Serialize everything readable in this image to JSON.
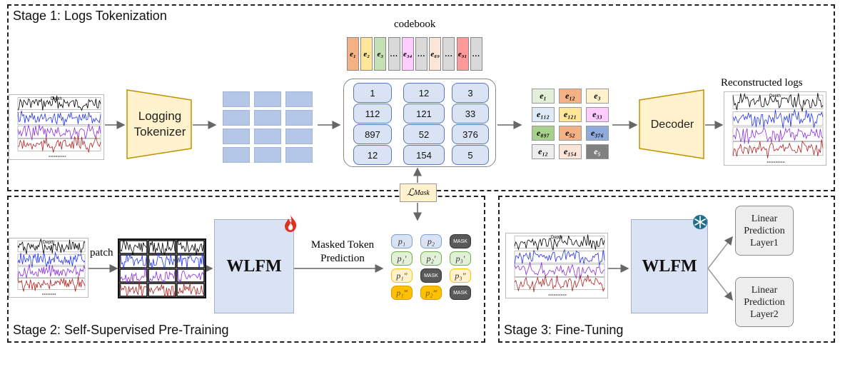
{
  "stages": {
    "stage1": "Stage 1: Logs Tokenization",
    "stage2": "Stage 2: Self-Supervised Pre-Training",
    "stage3": "Stage 3: Fine-Tuning"
  },
  "codebook": {
    "title": "codebook",
    "entries": [
      {
        "label": "e₁",
        "color": "#f4b183"
      },
      {
        "label": "e₂",
        "color": "#ffe699"
      },
      {
        "label": "e₃",
        "color": "#c5e0b4"
      },
      {
        "label": "…",
        "color": "#d9d9d9"
      },
      {
        "label": "e₃₄",
        "color": "#ffccff"
      },
      {
        "label": "…",
        "color": "#d9d9d9"
      },
      {
        "label": "e₈₉",
        "color": "#fbe5d6"
      },
      {
        "label": "…",
        "color": "#d9d9d9"
      },
      {
        "label": "e₉₁",
        "color": "#ff9999"
      },
      {
        "label": "…",
        "color": "#d9d9d9"
      }
    ]
  },
  "tokenizer_label": "Logging Tokenizer",
  "decoder_label": "Decoder",
  "reconstructed_label": "Reconstructed logs",
  "plot_title": "Depth",
  "indices": [
    [
      "1",
      "12",
      "3"
    ],
    [
      "112",
      "121",
      "33"
    ],
    [
      "897",
      "52",
      "376"
    ],
    [
      "12",
      "154",
      "5"
    ]
  ],
  "tokens": [
    [
      {
        "t": "e₁",
        "c": "#e2f0d9"
      },
      {
        "t": "e₁₂",
        "c": "#f4b183"
      },
      {
        "t": "e₃",
        "c": "#fff2cc"
      }
    ],
    [
      {
        "t": "e₁₁₂",
        "c": "#deebf7"
      },
      {
        "t": "e₁₂₁",
        "c": "#ffe699"
      },
      {
        "t": "e₃₃",
        "c": "#ffccff"
      }
    ],
    [
      {
        "t": "e₈₉₇",
        "c": "#a9d18e"
      },
      {
        "t": "e₅₂",
        "c": "#f4b183"
      },
      {
        "t": "e₃₇₆",
        "c": "#8faadc"
      }
    ],
    [
      {
        "t": "e₁₂",
        "c": "#ededed"
      },
      {
        "t": "e₁₅₄",
        "c": "#fbe5d6"
      },
      {
        "t": "e₅",
        "c": "#808080"
      }
    ]
  ],
  "loss_label": "ℒ",
  "loss_sub": "Mask",
  "patch_label": "patch",
  "wlfm_label": "WLFM",
  "masked_pred_label": "Masked Token\nPrediction",
  "mask_word": "MASK",
  "pred_tokens": [
    [
      {
        "t": "p₁",
        "c": "#dae3f3",
        "b": "#7f9fd2"
      },
      {
        "t": "p₂",
        "c": "#dae3f3",
        "b": "#7f9fd2"
      },
      {
        "t": "MASK",
        "mask": true
      }
    ],
    [
      {
        "t": "p₁′",
        "c": "#e2f0d9",
        "b": "#70ad47"
      },
      {
        "t": "p₂′",
        "c": "#e2f0d9",
        "b": "#70ad47"
      },
      {
        "t": "p₃′",
        "c": "#e2f0d9",
        "b": "#70ad47"
      }
    ],
    [
      {
        "t": "p₁″",
        "c": "#fff2cc",
        "b": "#ffc000"
      },
      {
        "t": "MASK",
        "mask": true
      },
      {
        "t": "p₃″",
        "c": "#fff2cc",
        "b": "#ffc000"
      }
    ],
    [
      {
        "t": "p₁‴",
        "c": "#ffc000",
        "b": "#d4a000"
      },
      {
        "t": "p₂‴",
        "c": "#ffc000",
        "b": "#d4a000"
      },
      {
        "t": "MASK",
        "mask": true
      }
    ]
  ],
  "linear1": "Linear\nPrediction\nLayer1",
  "linear2": "Linear\nPrediction\nLayer2",
  "fire_icon": "fire-icon",
  "snowflake_icon": "snowflake-icon"
}
